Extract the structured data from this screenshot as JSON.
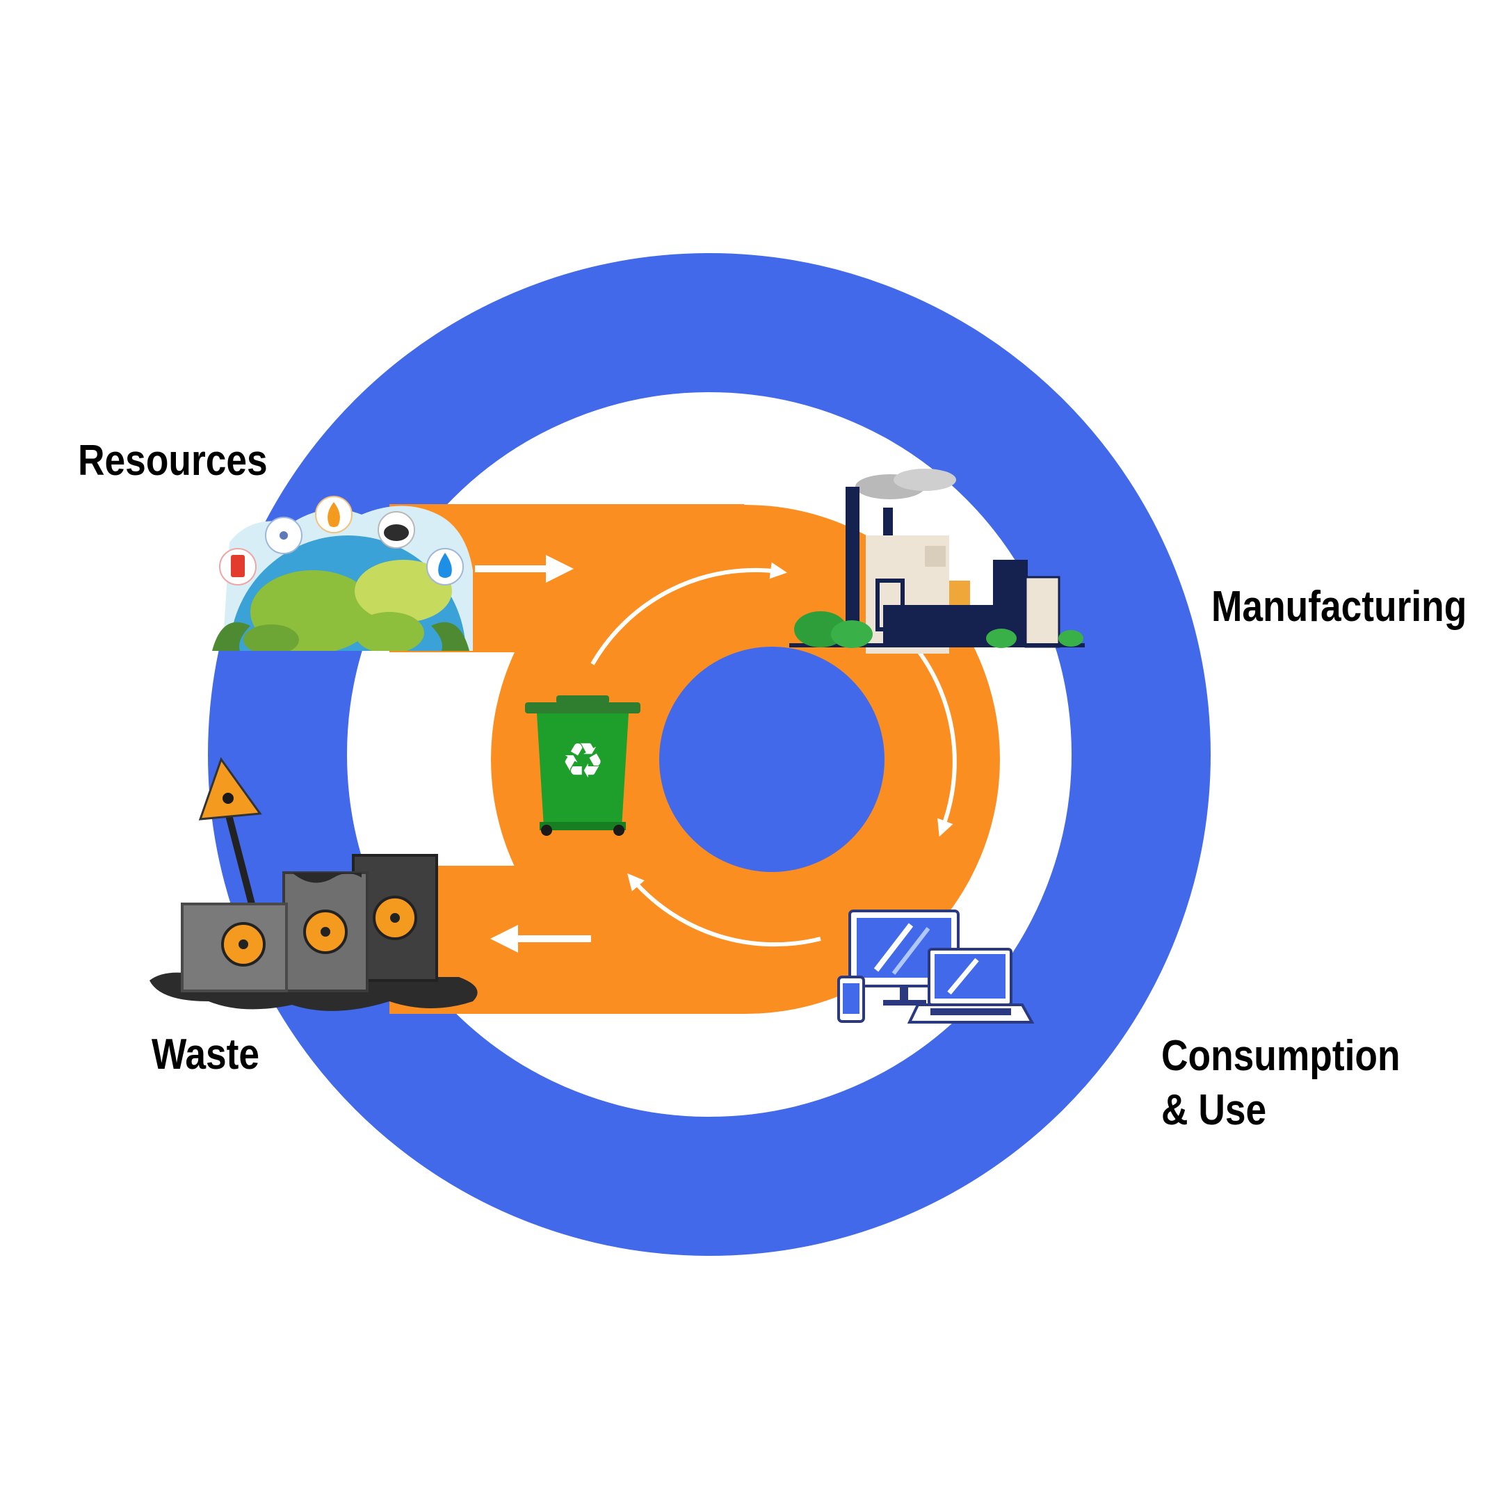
{
  "labels": {
    "resources": "Resources",
    "manufacturing": "Manufacturing",
    "consumption": "Consumption\n& Use",
    "waste": "Waste"
  },
  "colors": {
    "outer_ring": "#4169E9",
    "flow_band": "#FB8E21",
    "arrows": "#FFFFFF",
    "recycle_bin": "#1E9E2B",
    "earth_land": "#8DBE3C",
    "earth_ocean": "#3AA2D6",
    "factory_dark": "#15214F",
    "barrel_gray": "#6F6F6F",
    "hazard_orange": "#F39A1F"
  },
  "icons": {
    "resources": "earth-with-resources-icon",
    "manufacturing": "factory-icon",
    "consumption": "electronic-devices-icon",
    "waste": "radioactive-barrels-icon",
    "center": "recycle-bin-icon"
  }
}
